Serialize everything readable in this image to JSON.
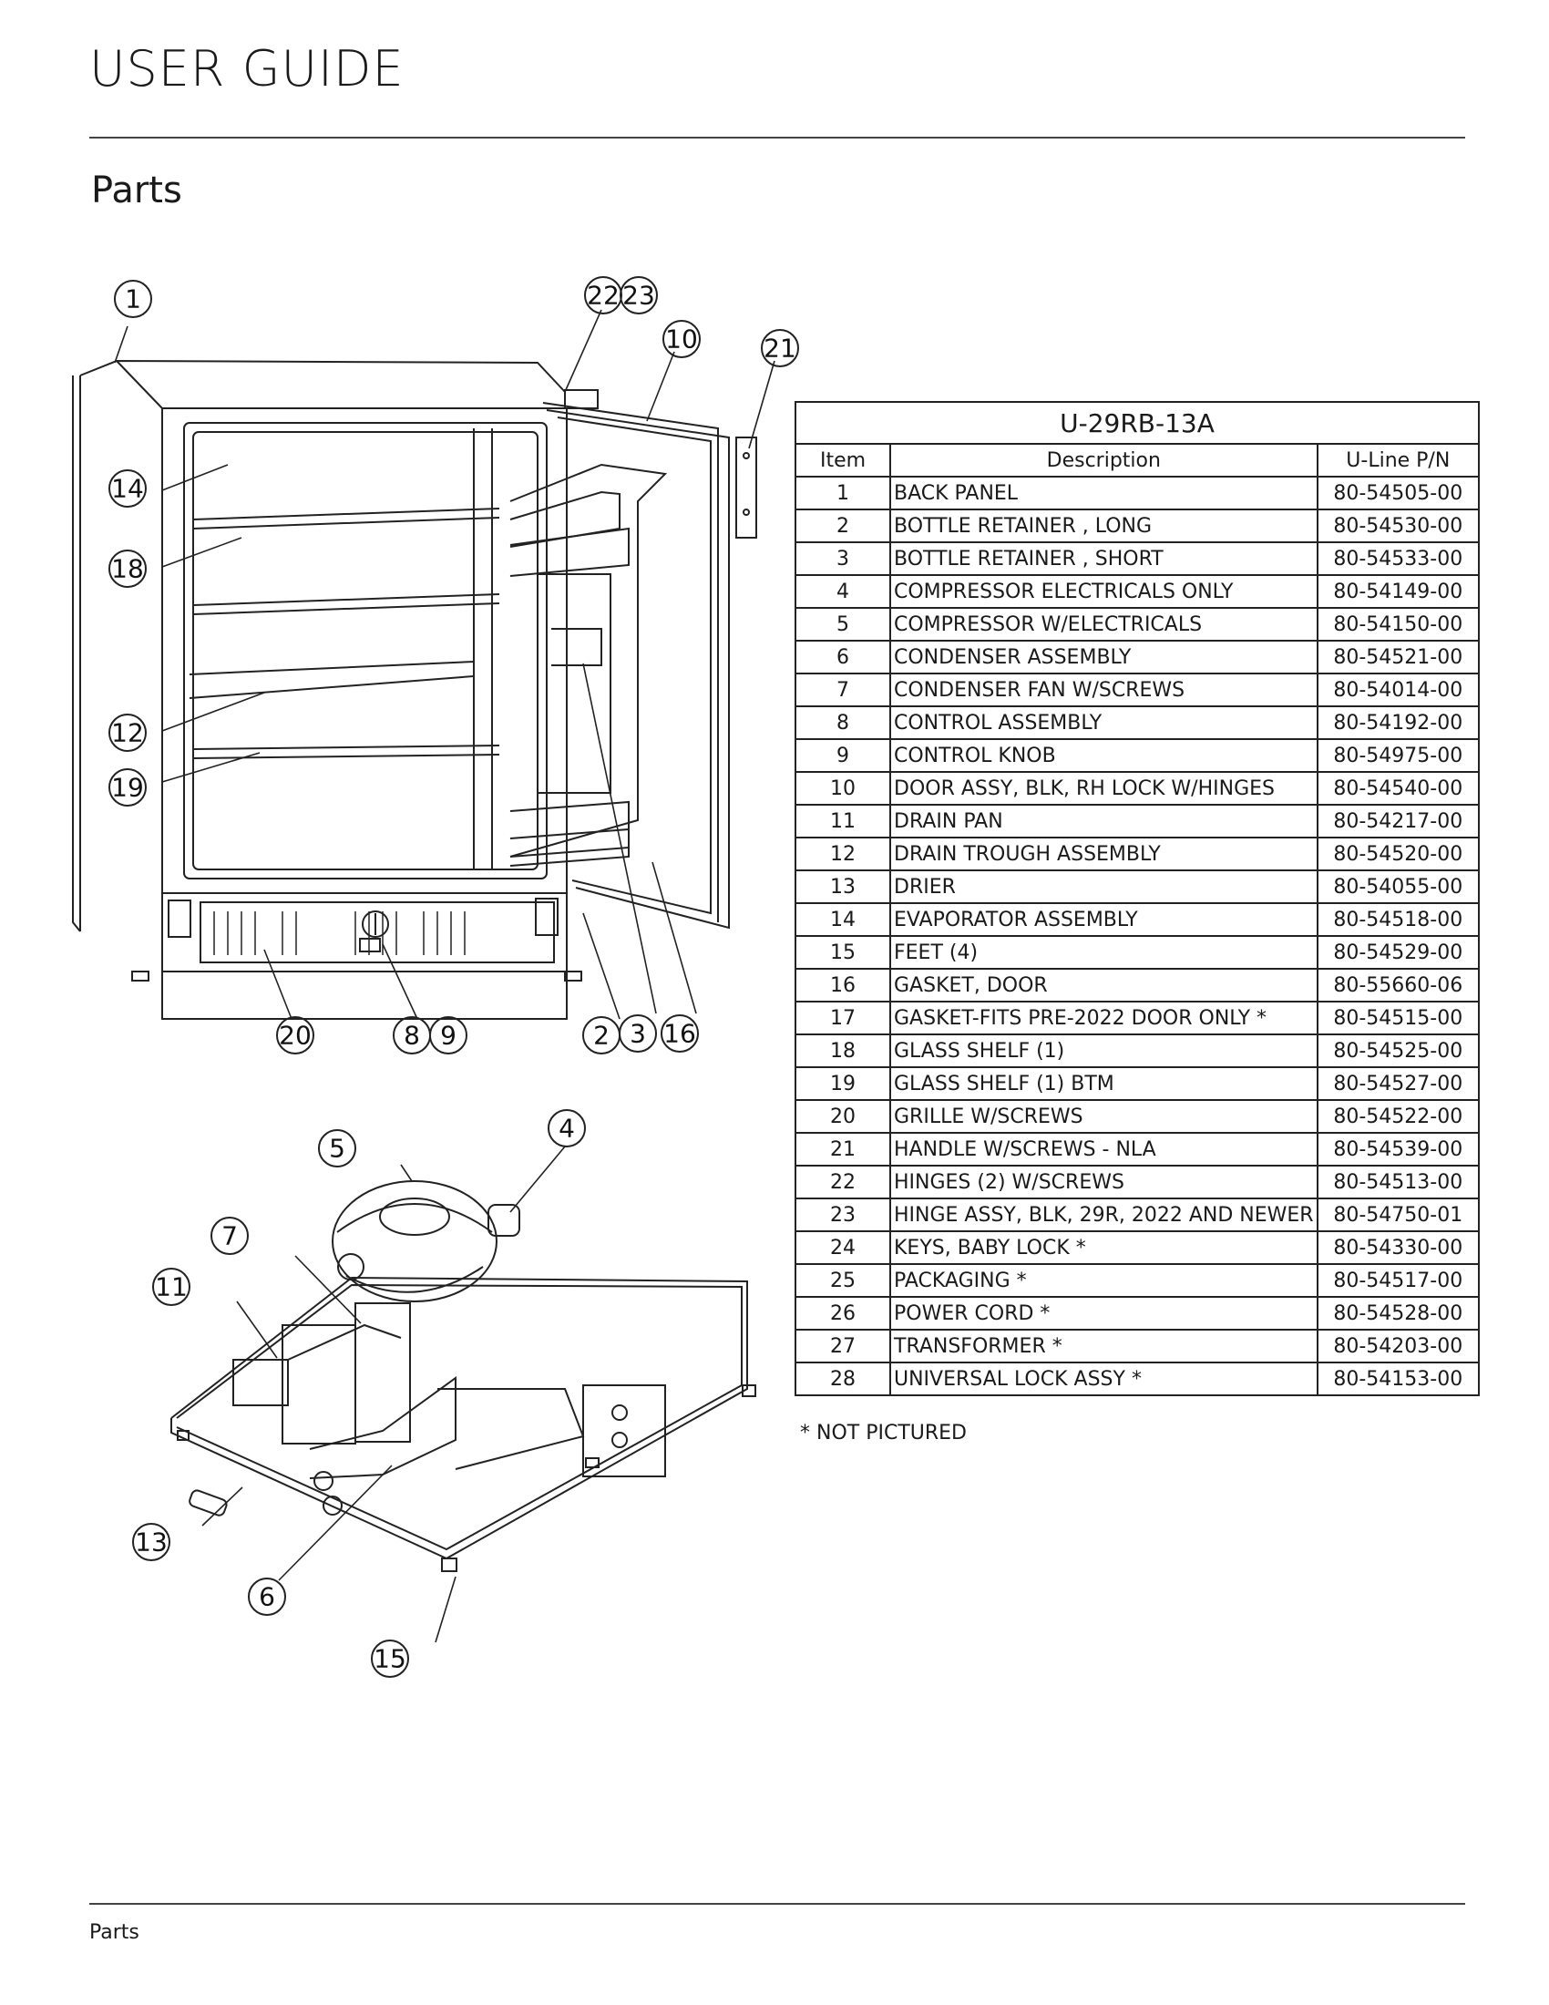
{
  "header": {
    "title": "USER GUIDE"
  },
  "section": {
    "title": "Parts"
  },
  "footer": {
    "label": "Parts"
  },
  "diagram": {
    "callouts": [
      "1",
      "22",
      "23",
      "10",
      "21",
      "14",
      "18",
      "12",
      "19",
      "20",
      "8",
      "9",
      "2",
      "3",
      "16",
      "5",
      "4",
      "7",
      "11",
      "13",
      "6",
      "15"
    ]
  },
  "table": {
    "model": "U-29RB-13A",
    "headers": [
      "Item",
      "Description",
      "U-Line P/N"
    ],
    "rows": [
      [
        "1",
        "BACK PANEL",
        "80-54505-00"
      ],
      [
        "2",
        "BOTTLE RETAINER , LONG",
        "80-54530-00"
      ],
      [
        "3",
        "BOTTLE RETAINER , SHORT",
        "80-54533-00"
      ],
      [
        "4",
        "COMPRESSOR ELECTRICALS ONLY",
        "80-54149-00"
      ],
      [
        "5",
        "COMPRESSOR W/ELECTRICALS",
        "80-54150-00"
      ],
      [
        "6",
        "CONDENSER ASSEMBLY",
        "80-54521-00"
      ],
      [
        "7",
        "CONDENSER FAN W/SCREWS",
        "80-54014-00"
      ],
      [
        "8",
        "CONTROL ASSEMBLY",
        "80-54192-00"
      ],
      [
        "9",
        "CONTROL KNOB",
        "80-54975-00"
      ],
      [
        "10",
        "DOOR ASSY, BLK, RH LOCK W/HINGES",
        "80-54540-00"
      ],
      [
        "11",
        "DRAIN PAN",
        "80-54217-00"
      ],
      [
        "12",
        "DRAIN TROUGH ASSEMBLY",
        "80-54520-00"
      ],
      [
        "13",
        "DRIER",
        "80-54055-00"
      ],
      [
        "14",
        "EVAPORATOR ASSEMBLY",
        "80-54518-00"
      ],
      [
        "15",
        "FEET (4)",
        "80-54529-00"
      ],
      [
        "16",
        "GASKET, DOOR",
        "80-55660-06"
      ],
      [
        "17",
        "GASKET-FITS PRE-2022 DOOR ONLY *",
        "80-54515-00"
      ],
      [
        "18",
        "GLASS SHELF (1)",
        "80-54525-00"
      ],
      [
        "19",
        "GLASS SHELF (1) BTM",
        "80-54527-00"
      ],
      [
        "20",
        "GRILLE W/SCREWS",
        "80-54522-00"
      ],
      [
        "21",
        "HANDLE W/SCREWS - NLA",
        "80-54539-00"
      ],
      [
        "22",
        "HINGES (2) W/SCREWS",
        "80-54513-00"
      ],
      [
        "23",
        "HINGE ASSY, BLK, 29R, 2022 AND NEWER",
        "80-54750-01"
      ],
      [
        "24",
        "KEYS, BABY LOCK *",
        "80-54330-00"
      ],
      [
        "25",
        "PACKAGING *",
        "80-54517-00"
      ],
      [
        "26",
        "POWER CORD *",
        "80-54528-00"
      ],
      [
        "27",
        "TRANSFORMER *",
        "80-54203-00"
      ],
      [
        "28",
        "UNIVERSAL LOCK ASSY *",
        "80-54153-00"
      ]
    ],
    "note": "* NOT PICTURED"
  }
}
